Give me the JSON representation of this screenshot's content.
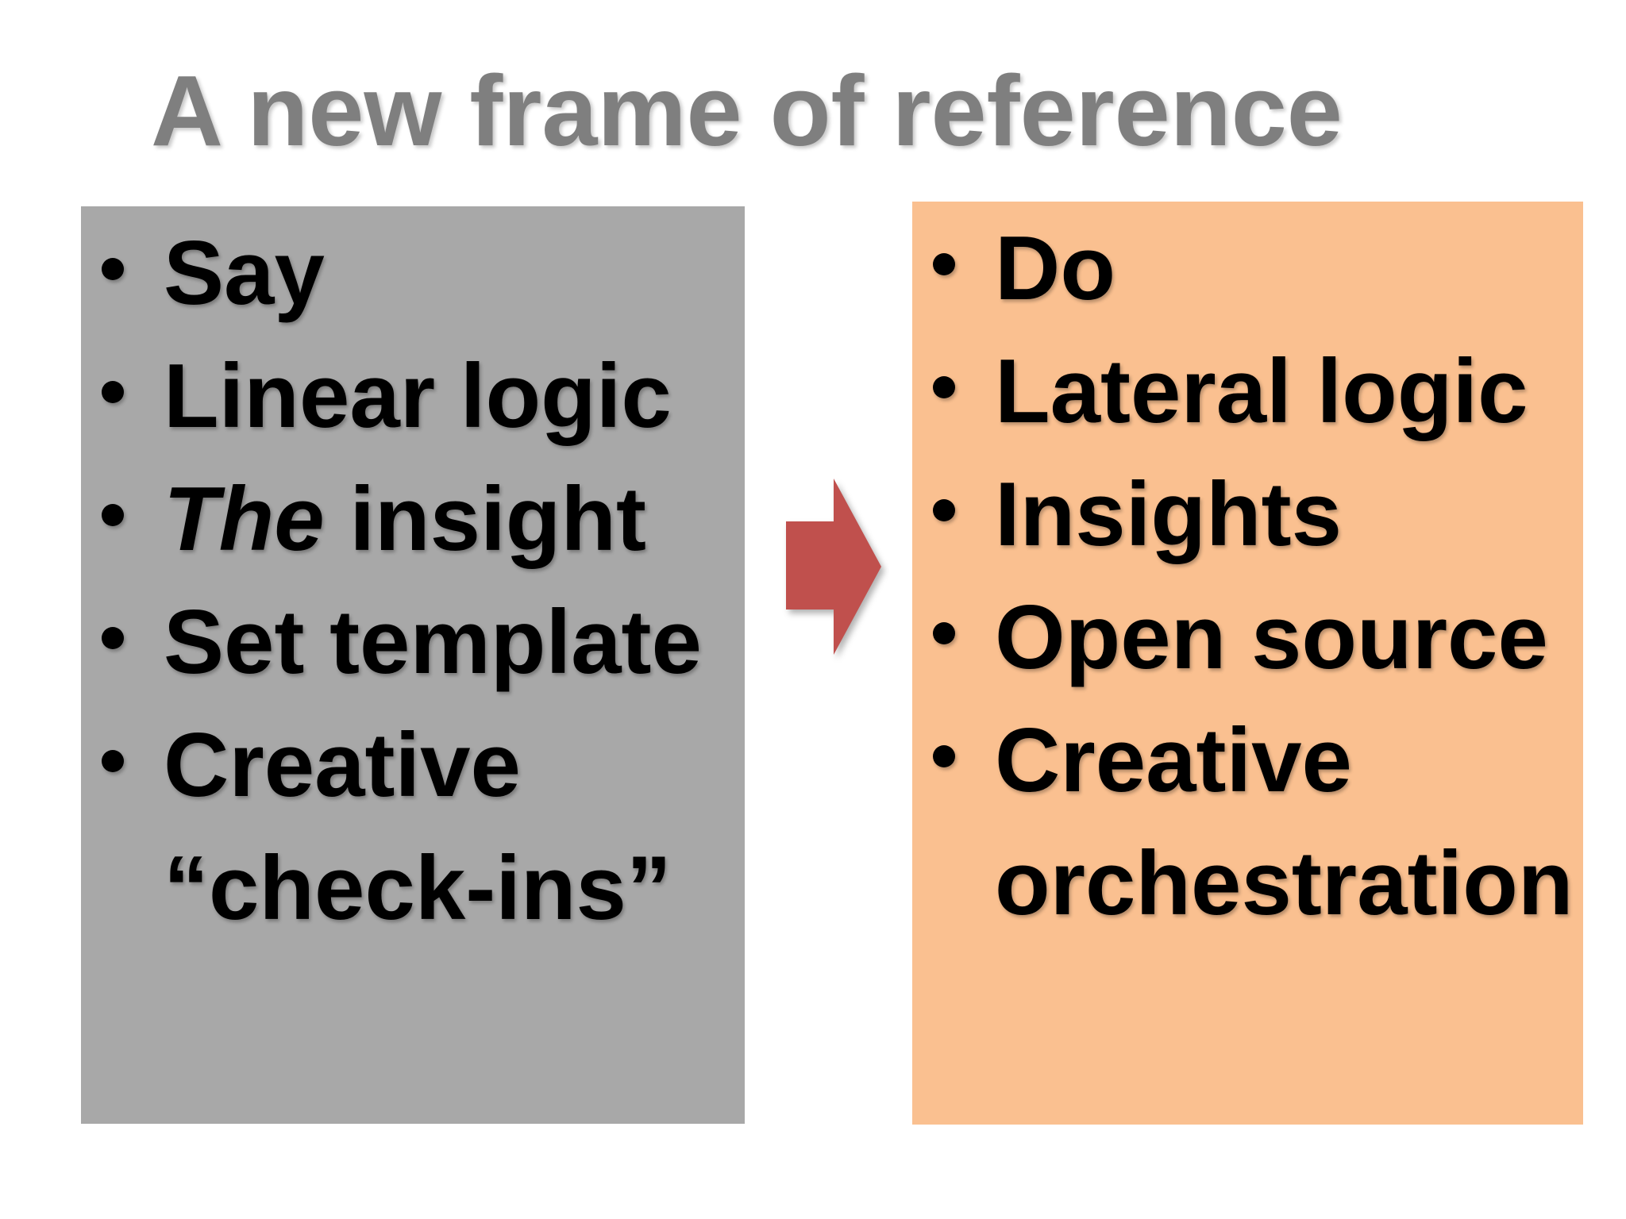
{
  "slide": {
    "title": "A new frame of reference",
    "colors": {
      "title_gray": "#7f7f7f",
      "body_text": "#000000",
      "left_panel_bg": "#a8a8a8",
      "right_panel_bg": "#fac090",
      "arrow_red": "#c0504d",
      "background": "#ffffff"
    },
    "left_box": {
      "items": [
        [
          {
            "t": "Say"
          }
        ],
        [
          {
            "t": "Linear logic"
          }
        ],
        [
          {
            "t": "The",
            "i": true
          },
          {
            "t": " insight"
          }
        ],
        [
          {
            "t": "Set template"
          }
        ],
        [
          {
            "t": "Creative “check-ins”"
          }
        ]
      ]
    },
    "right_box": {
      "items": [
        [
          {
            "t": "Do"
          }
        ],
        [
          {
            "t": "Lateral logic"
          }
        ],
        [
          {
            "t": "Insights"
          }
        ],
        [
          {
            "t": "Open source"
          }
        ],
        [
          {
            "t": "Creative orchestration"
          }
        ]
      ]
    },
    "arrow": {
      "direction": "right"
    }
  }
}
